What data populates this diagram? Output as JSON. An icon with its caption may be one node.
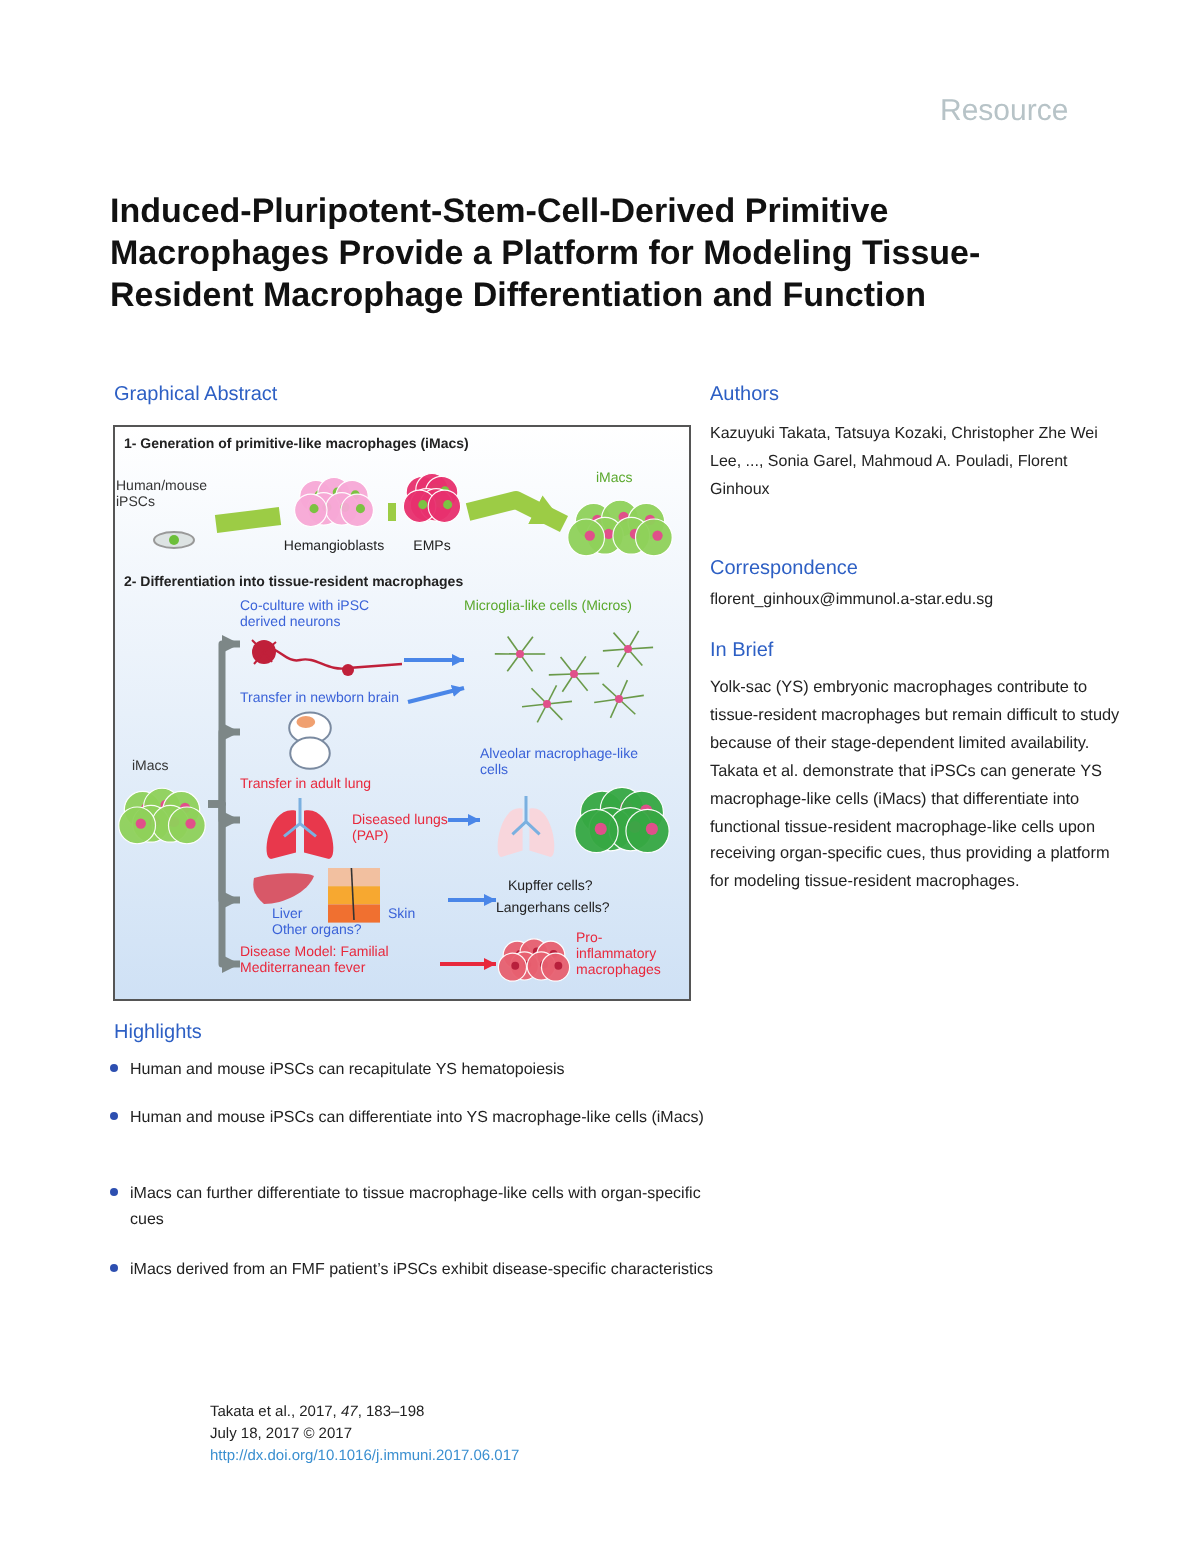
{
  "diagram": {
    "title": "Induced-Pluripotent-Stem-Cell-Derived Primitive Macrophages Provide a Platform for Modeling Tissue-Resident Macrophage Differentiation and Function",
    "nodes": [
      {
        "text": [
          "Human/mouse iPSCs"
        ]
      },
      {
        "text": [
          "Hemangioblasts"
        ]
      },
      {
        "text": [
          "EMPs"
        ]
      },
      {
        "text": [
          "iMacs"
        ]
      },
      {
        "text": [
          "iMacs"
        ]
      },
      {
        "text": [
          "Co-culture with iPSC derived neurons"
        ]
      },
      {
        "text": [
          "Transfer in newborn brain"
        ]
      },
      {
        "text": [
          "Transfer in adult lung",
          "Diseased lungs (PAP)"
        ]
      },
      {
        "text": [
          "Liver",
          "Skin",
          "Other organs?"
        ]
      },
      {
        "text": [
          "Disease Model: Familial Mediterranean fever"
        ]
      },
      {
        "text": [
          "Microglia-like cells (Micros)"
        ]
      },
      {
        "text": [
          "Alveolar macrophage-like cells"
        ]
      },
      {
        "text": [
          "Kupffer cells?",
          "Langerhans cells?"
        ]
      },
      {
        "text": [
          "Pro-inflammatory macrophages"
        ]
      }
    ],
    "edges": [
      {
        "from": 0,
        "to": 1,
        "arrow": "none",
        "style": "thick",
        "color": "#9ccc45"
      },
      {
        "from": 1,
        "to": 2,
        "arrow": "none",
        "style": "thick",
        "color": "#9ccc45"
      },
      {
        "from": 2,
        "to": 3,
        "arrow": "to",
        "style": "thick",
        "color": "#9ccc45"
      },
      {
        "from": 4,
        "to": 5,
        "arrow": "to"
      },
      {
        "from": 4,
        "to": 6,
        "arrow": "to"
      },
      {
        "from": 4,
        "to": 7,
        "arrow": "to"
      },
      {
        "from": 4,
        "to": 8,
        "arrow": "to"
      },
      {
        "from": 4,
        "to": 9,
        "arrow": "to"
      },
      {
        "from": 5,
        "to": 10,
        "arrow": "to",
        "color": "#4a86e8"
      },
      {
        "from": 6,
        "to": 10,
        "arrow": "to",
        "color": "#4a86e8"
      },
      {
        "from": 7,
        "to": 11,
        "arrow": "to",
        "color": "#4a86e8"
      },
      {
        "from": 8,
        "to": 12,
        "arrow": "to",
        "color": "#4a86e8"
      },
      {
        "from": 9,
        "to": 13,
        "arrow": "to",
        "color": "#e8283c"
      }
    ],
    "labels": [
      "Resource",
      "Graphical Abstract",
      "1- Generation of primitive-like macrophages (iMacs)",
      "2- Differentiation into tissue-resident macrophages",
      "Authors",
      "Kazuyuki Takata, Tatsuya Kozaki, Christopher Zhe Wei Lee, ..., Sonia Garel, Mahmoud A. Pouladi, Florent Ginhoux",
      "Correspondence",
      "florent_ginhoux@immunol.a-star.edu.sg",
      "In Brief",
      "Yolk-sac (YS) embryonic macrophages contribute to tissue-resident macrophages but remain difficult to study because of their stage-dependent limited availability. Takata et al. demonstrate that iPSCs can generate YS macrophage-like cells (iMacs) that differentiate into functional tissue-resident macrophage-like cells upon receiving organ-specific cues, thus providing a platform for modeling tissue-resident macrophages.",
      "Highlights",
      "Human and mouse iPSCs can recapitulate YS hematopoiesis",
      "Human and mouse iPSCs can differentiate into YS macrophage-like cells (iMacs)",
      "iMacs can further differentiate to tissue macrophage-like cells with organ-specific cues",
      "iMacs derived from an FMF patient’s iPSCs exhibit disease-specific characteristics",
      "Takata et al., 2017, *47*, 183–198",
      "July 18, 2017 © 2017",
      "http://dx.doi.org/10.1016/j.immuni.2017.06.017"
    ]
  }
}
